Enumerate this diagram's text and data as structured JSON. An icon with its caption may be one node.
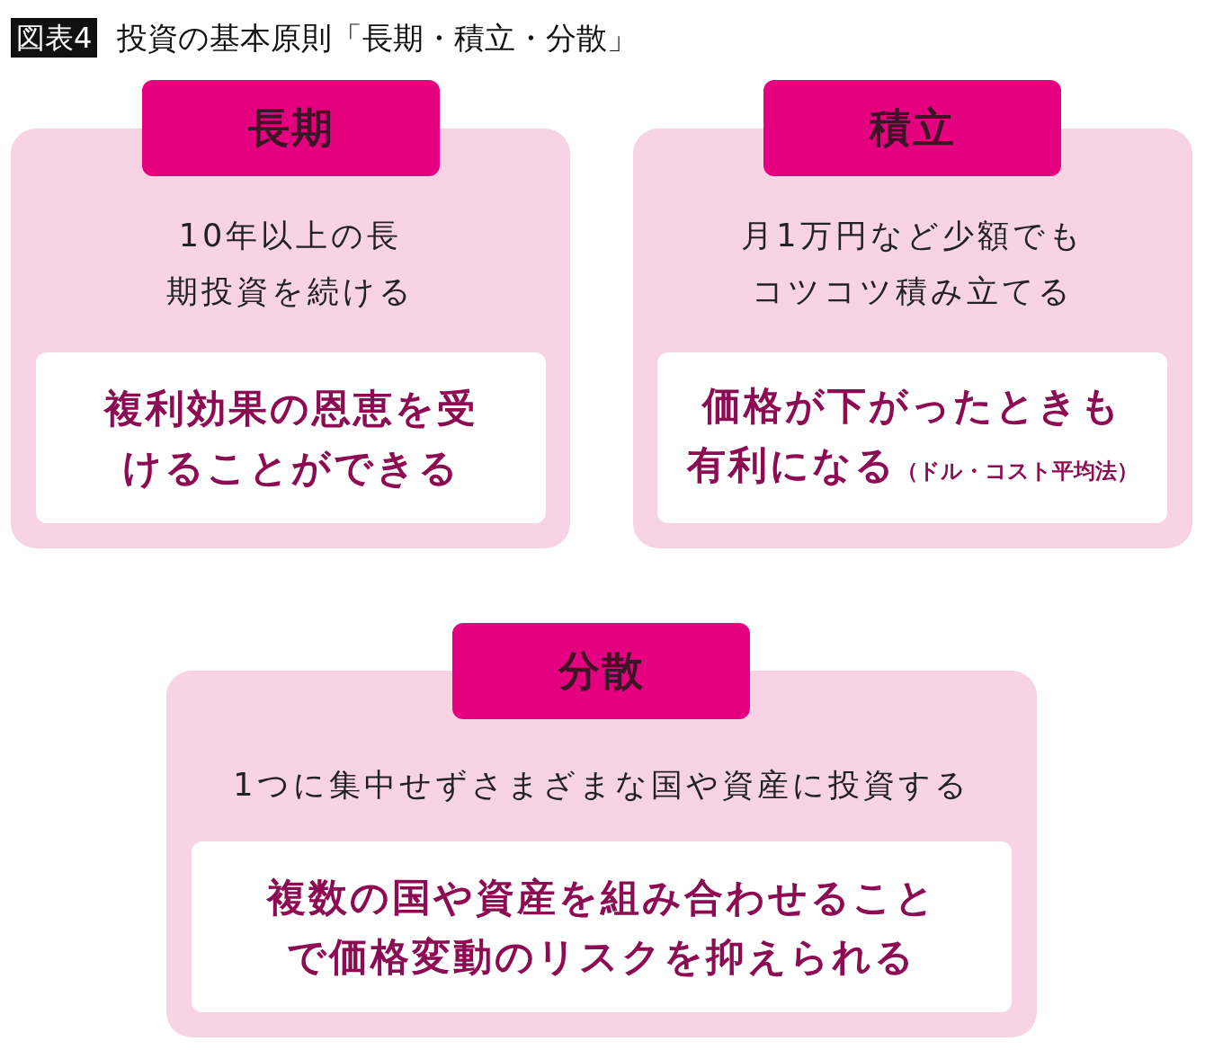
{
  "diagram": {
    "title": "投資の基本原則「長期・積立・分散」",
    "labels": [
      "図表4"
    ],
    "nodes": [
      {
        "text": [
          "長期"
        ]
      },
      {
        "text": [
          "10年以上の長期投資を続ける"
        ]
      },
      {
        "text": [
          "複利効果の恩恵を受けることができる"
        ],
        "in": 1
      },
      {
        "text": [
          "積立"
        ]
      },
      {
        "text": [
          "月1万円など少額でもコツコツ積み立てる"
        ]
      },
      {
        "text": [
          "価格が下がったときも有利になる",
          "（ドル・コスト平均法）"
        ],
        "in": 4
      },
      {
        "text": [
          "分散"
        ]
      },
      {
        "text": [
          "1つに集中せずさまざまな国や資産に投資する"
        ]
      },
      {
        "text": [
          "複数の国や資産を組み合わせることで価格変動のリスクを抑えられる"
        ],
        "in": 7
      }
    ]
  }
}
